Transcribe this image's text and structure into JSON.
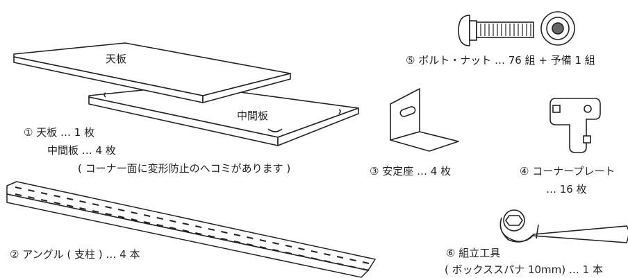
{
  "parts": {
    "top_board_label": "天板",
    "mid_board_label": "中間板",
    "item1": {
      "line1": "① 天板 … 1 枚",
      "line2": "中間板 … 4 枚",
      "note": "( コーナー面に変形防止のへコミがあります )"
    },
    "item2": "② アングル ( 支柱 ) … 4 本",
    "item3": "③ 安定座 … 4 枚",
    "item4": {
      "line1": "④ コーナープレート",
      "line2": "… 16 枚"
    },
    "item5": "⑤ ボルト・ナット … 76 組 + 予備 1 組",
    "item6": {
      "line1": "⑥ 組立工具",
      "line2": "( ボックススパナ 10mm) … 1 本"
    }
  }
}
